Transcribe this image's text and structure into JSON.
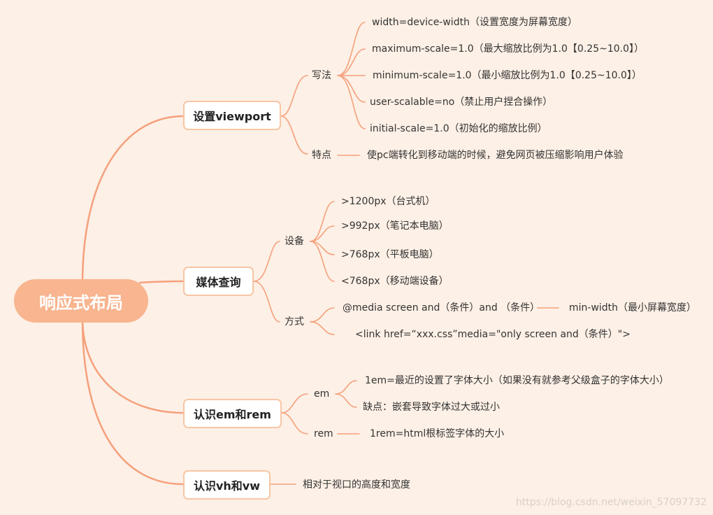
{
  "root": "响应式布局",
  "viewport": {
    "label": "设置viewport",
    "writing": {
      "label": "写法",
      "items": [
        "width=device-width（设置宽度为屏幕宽度）",
        "maximum-scale=1.0（最大缩放比例为1.0【0.25~10.0】）",
        "minimum-scale=1.0（最小缩放比例为1.0【0.25~10.0】）",
        "user-scalable=no（禁止用户捏合操作）",
        "initial-scale=1.0（初始化的缩放比例）"
      ]
    },
    "feature": {
      "label": "特点",
      "text": "使pc端转化到移动端的时候，避免网页被压缩影响用户体验"
    }
  },
  "media": {
    "label": "媒体查询",
    "devices": {
      "label": "设备",
      "items": [
        ">1200px（台式机）",
        ">992px（笔记本电脑）",
        ">768px（平板电脑）",
        "<768px（移动端设备）"
      ]
    },
    "method": {
      "label": "方式",
      "query": "@media screen and（条件）and （条件）",
      "query_detail": "min-width（最小屏幕宽度）",
      "link": "<link href=“xxx.css”media=\"only screen and（条件）\">"
    }
  },
  "em_rem": {
    "label": "认识em和rem",
    "em": {
      "label": "em",
      "items": [
        "1em=最近的设置了字体大小（如果没有就参考父级盒子的字体大小）",
        "缺点：嵌套导致字体过大或过小"
      ]
    },
    "rem": {
      "label": "rem",
      "text": "1rem=html根标签字体的大小"
    }
  },
  "vh_vw": {
    "label": "认识vh和vw",
    "text": "相对于视口的高度和宽度"
  },
  "watermark": "https://blog.csdn.net/weixin_57097732",
  "colors": {
    "line": "#f5a07c",
    "root_fill": "#f8b58f",
    "node_border": "#f7c6a5",
    "background": "#fdf0e6"
  }
}
